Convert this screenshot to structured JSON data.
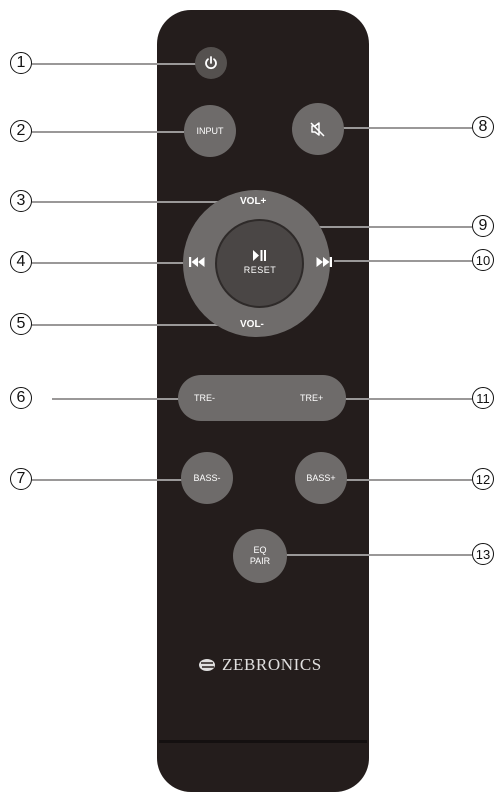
{
  "brand": {
    "name": "ZEBRONICS"
  },
  "buttons": {
    "input": "INPUT",
    "vol_up": "VOL+",
    "vol_down": "VOL-",
    "reset": "RESET",
    "tre_minus": "TRE-",
    "tre_plus": "TRE+",
    "bass_minus": "BASS-",
    "bass_plus": "BASS+",
    "eq_line1": "EQ",
    "eq_line2": "PAIR"
  },
  "callouts": [
    "1",
    "2",
    "3",
    "4",
    "5",
    "6",
    "7",
    "8",
    "9",
    "10",
    "11",
    "12",
    "13"
  ],
  "icons": [
    "power-icon",
    "mute-icon",
    "previous-icon",
    "play-pause-icon",
    "next-icon",
    "zebronics-logo-icon"
  ],
  "colors": {
    "remote_body": "#241d1c",
    "button": "#6e6b6a",
    "leader_line": "#9a9898"
  }
}
